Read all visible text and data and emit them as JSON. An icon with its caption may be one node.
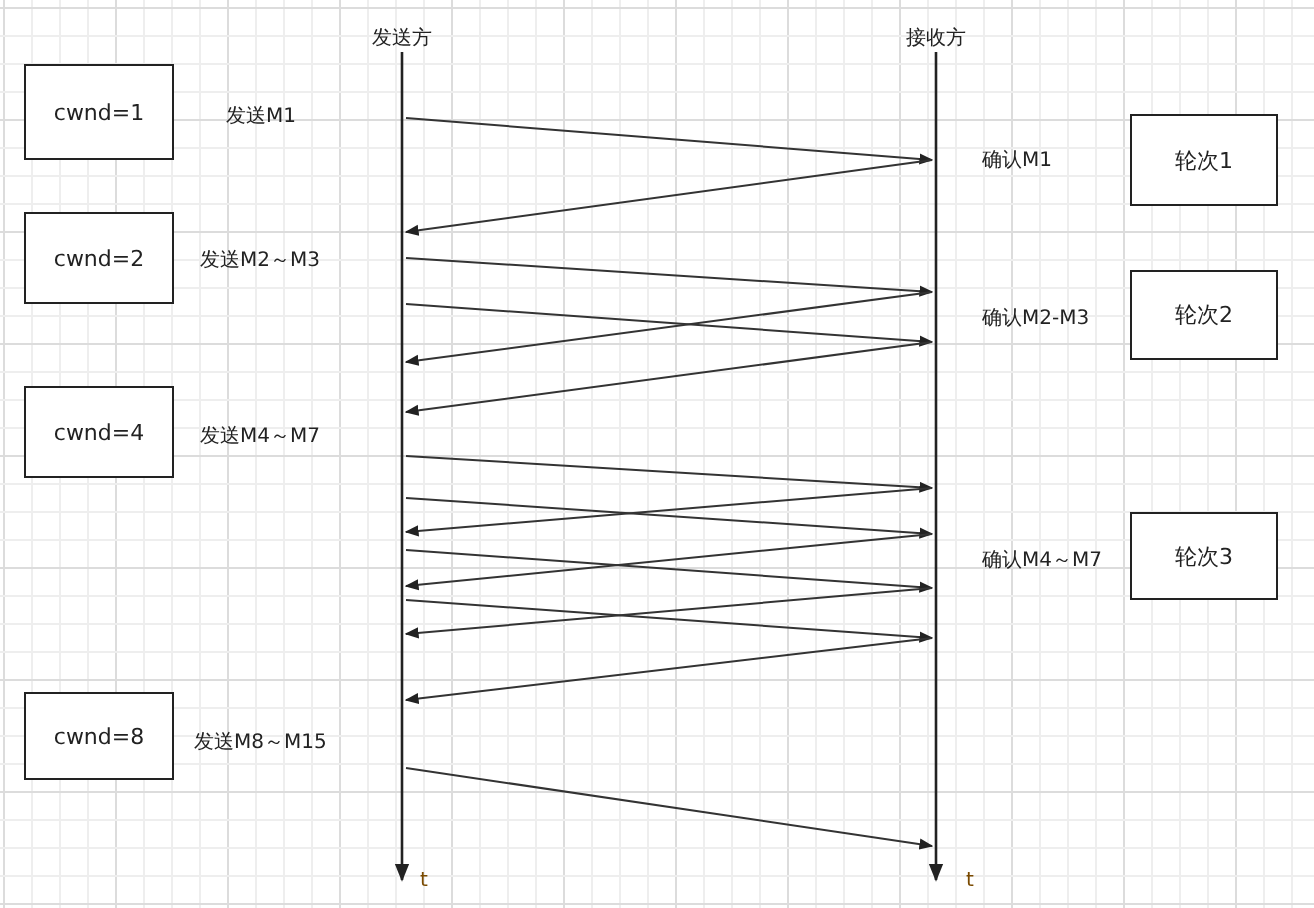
{
  "diagram": {
    "nodes": [
      {
        "text": [
          "发送方"
        ]
      },
      {
        "text": [
          "接收方"
        ]
      },
      {
        "text": [
          "cwnd=1"
        ]
      },
      {
        "text": [
          "cwnd=2"
        ]
      },
      {
        "text": [
          "cwnd=4"
        ]
      },
      {
        "text": [
          "cwnd=8"
        ]
      },
      {
        "text": [
          "轮次1"
        ]
      },
      {
        "text": [
          "轮次2"
        ]
      },
      {
        "text": [
          "轮次3"
        ]
      }
    ],
    "edges": [
      {
        "from": 0,
        "to": 1,
        "arrow": "to"
      },
      {
        "from": 1,
        "to": 0,
        "arrow": "to"
      },
      {
        "from": 0,
        "to": 1,
        "arrow": "to"
      },
      {
        "from": 0,
        "to": 1,
        "arrow": "to"
      },
      {
        "from": 1,
        "to": 0,
        "arrow": "to"
      },
      {
        "from": 1,
        "to": 0,
        "arrow": "to"
      },
      {
        "from": 0,
        "to": 1,
        "arrow": "to"
      },
      {
        "from": 0,
        "to": 1,
        "arrow": "to"
      },
      {
        "from": 0,
        "to": 1,
        "arrow": "to"
      },
      {
        "from": 0,
        "to": 1,
        "arrow": "to"
      },
      {
        "from": 1,
        "to": 0,
        "arrow": "to"
      },
      {
        "from": 1,
        "to": 0,
        "arrow": "to"
      },
      {
        "from": 1,
        "to": 0,
        "arrow": "to"
      },
      {
        "from": 1,
        "to": 0,
        "arrow": "to"
      },
      {
        "from": 0,
        "to": 1,
        "arrow": "to"
      }
    ],
    "labels": [
      "发送M1",
      "确认M1",
      "发送M2～M3",
      "确认M2-M3",
      "发送M4～M7",
      "确认M4～M7",
      "发送M8～M15",
      "t",
      "t"
    ]
  }
}
